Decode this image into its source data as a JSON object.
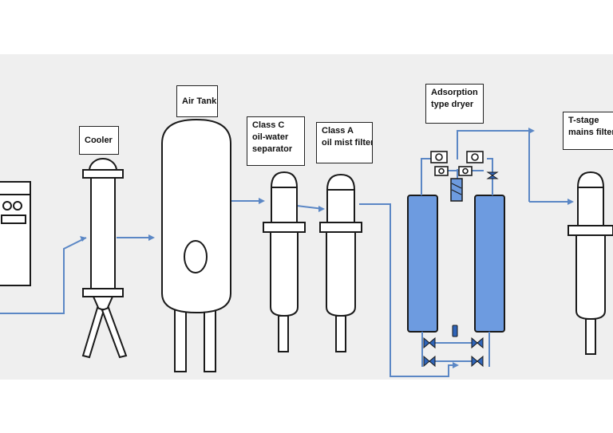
{
  "colors": {
    "background": "#efefef",
    "pipe": "#5b87c5",
    "vessel_stroke": "#1a1a1a",
    "vessel_fill": "#ffffff",
    "adsorber_fill": "#6d9be0",
    "valve_fill": "#2f64b8"
  },
  "labels": {
    "cooler": "Cooler",
    "air_tank": "Air Tank",
    "class_c": [
      "Class C",
      "oil-water",
      "separator"
    ],
    "class_a": [
      "Class A",
      "oil mist filter"
    ],
    "dryer": [
      "Adsorption",
      "type dryer"
    ],
    "t_stage": [
      "T-stage",
      "mains filter"
    ]
  },
  "icons": [
    "compressor-icon",
    "cooler-icon",
    "air-tank-icon",
    "separator-icon",
    "oil-mist-filter-icon",
    "adsorption-dryer-icon",
    "mains-filter-icon",
    "valve-icon",
    "check-valve-icon"
  ]
}
